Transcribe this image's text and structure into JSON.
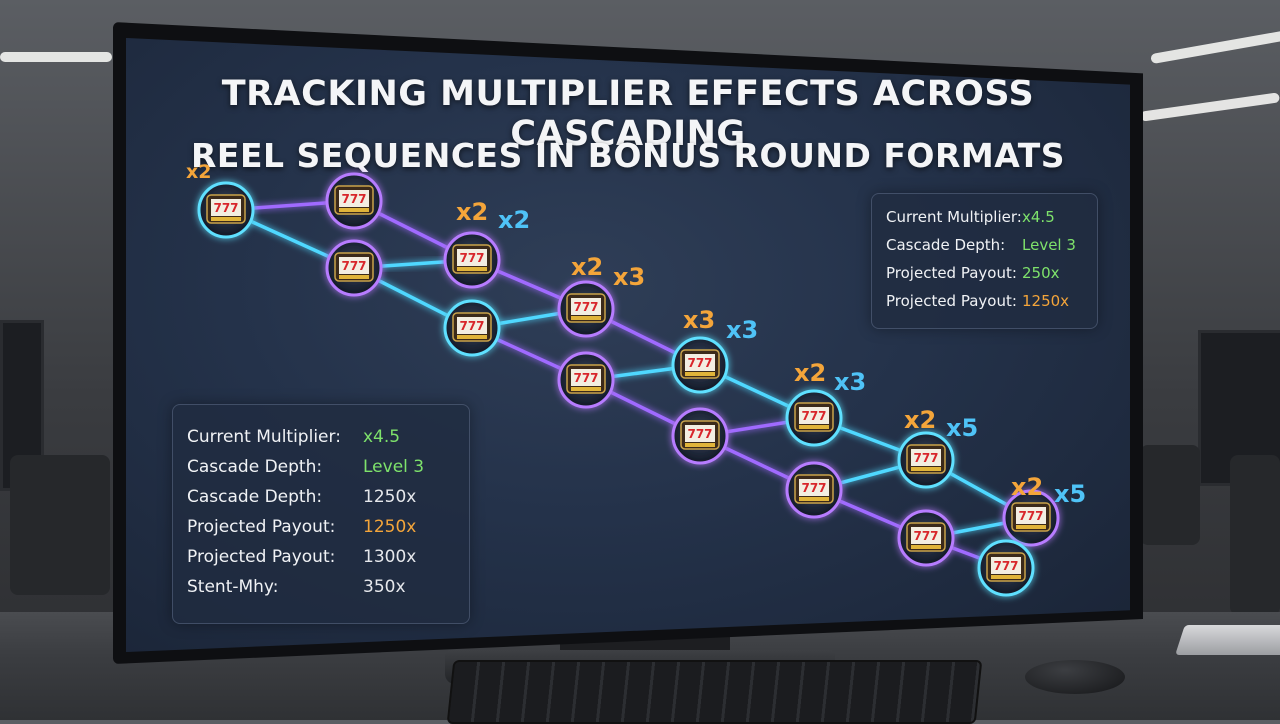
{
  "title": {
    "line1": "TRACKING MULTIPLIER EFFECTS ACROSS CASCADING",
    "line2": "REEL SEQUENCES IN BONUS ROUND FORMATS"
  },
  "top_panel": {
    "rows": [
      {
        "label": "Current Multiplier:",
        "value": "x4.5",
        "color": "#7ee26b"
      },
      {
        "label": "Cascade Depth:",
        "value": "Level 3",
        "color": "#7ee26b"
      },
      {
        "label": "Projected Payout:",
        "value": "250x",
        "color": "#7ee26b"
      },
      {
        "label": "Projected Payout:",
        "value": "1250x",
        "color": "#f4a53a"
      }
    ]
  },
  "bottom_panel": {
    "rows": [
      {
        "label": "Current Multiplier:",
        "value": "x4.5",
        "color": "#7ee26b"
      },
      {
        "label": "Cascade Depth:",
        "value": "Level 3",
        "color": "#7ee26b"
      },
      {
        "label": "Cascade Depth:",
        "value": "1250x",
        "color": "#e6e8ec"
      },
      {
        "label": "Projected Payout:",
        "value": "1250x",
        "color": "#f4a53a"
      },
      {
        "label": "Projected Payout:",
        "value": "1300x",
        "color": "#e6e8ec"
      },
      {
        "label": "Stent-Mhy:",
        "value": "350x",
        "color": "#e6e8ec"
      }
    ]
  },
  "multiplier_labels": [
    {
      "text": "x2",
      "color": "#f4a53a"
    },
    {
      "text": "x2",
      "color": "#f4a53a"
    },
    {
      "text": "x2",
      "color": "#4fc3f7"
    },
    {
      "text": "x2",
      "color": "#f4a53a"
    },
    {
      "text": "x3",
      "color": "#f4a53a"
    },
    {
      "text": "x3",
      "color": "#f4a53a"
    },
    {
      "text": "x3",
      "color": "#4fc3f7"
    },
    {
      "text": "x2",
      "color": "#f4a53a"
    },
    {
      "text": "x3",
      "color": "#4fc3f7"
    },
    {
      "text": "x2",
      "color": "#f4a53a"
    },
    {
      "text": "x5",
      "color": "#4fc3f7"
    },
    {
      "text": "x2",
      "color": "#f4a53a"
    },
    {
      "text": "x5",
      "color": "#4fc3f7"
    }
  ],
  "reel_symbol": "777",
  "colors": {
    "edge_cyan": "#4fd8ff",
    "edge_purple": "#a06bff",
    "node_ring_cyan": "#5ee0ff",
    "node_ring_purple": "#b77cff"
  }
}
